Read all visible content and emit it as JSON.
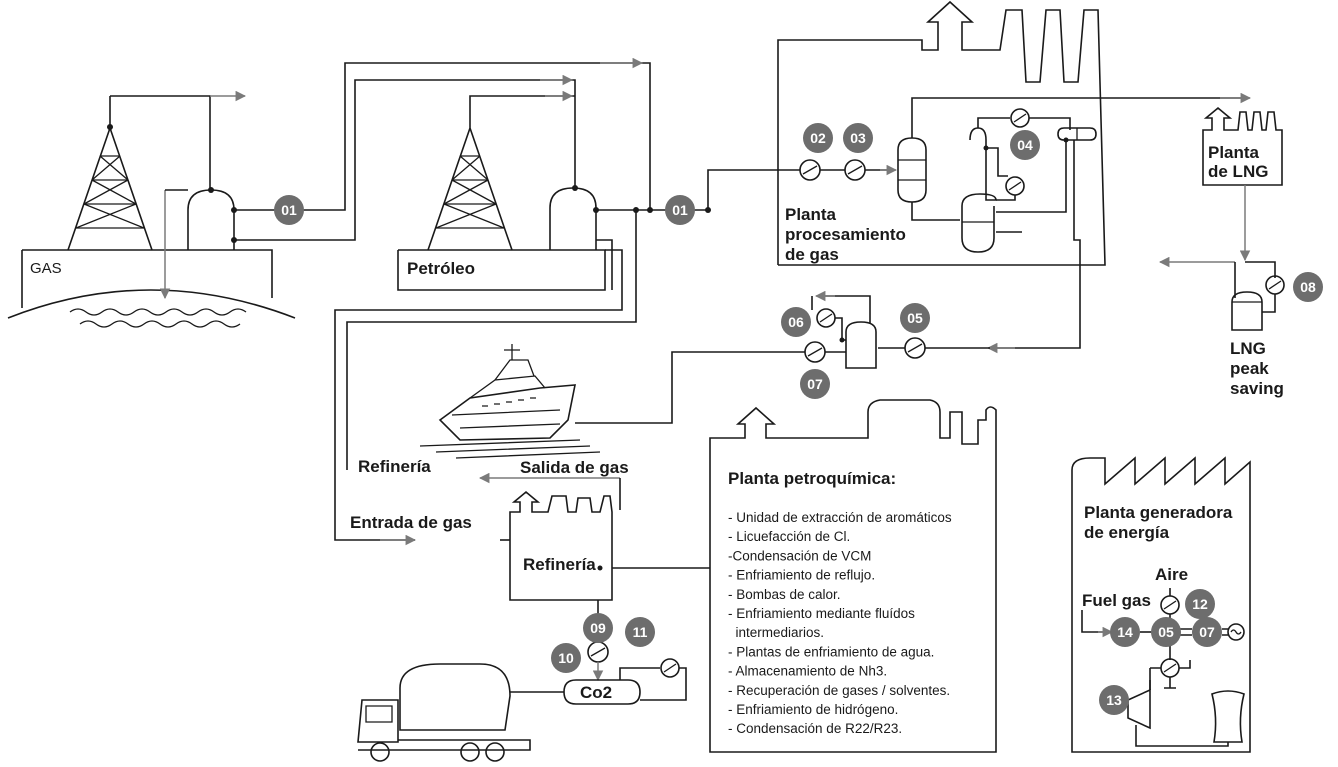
{
  "labels": {
    "gas": "GAS",
    "petroleo": "Petróleo",
    "planta_procesamiento": [
      "Planta",
      "procesamiento",
      "de gas"
    ],
    "planta_lng": [
      "Planta",
      "de LNG"
    ],
    "lng_peak": [
      "LNG",
      "peak",
      "saving"
    ],
    "refineria_top": "Refinería",
    "salida_gas": "Salida de gas",
    "entrada_gas": "Entrada de gas",
    "refineria_box": "Refinería",
    "co2": "Co2",
    "petroquimica_title": "Planta petroquímica:",
    "energia_title": [
      "Planta generadora",
      "de energía"
    ],
    "aire": "Aire",
    "fuel_gas": "Fuel gas"
  },
  "petroquimica_items": [
    "- Unidad de extracción de aromáticos",
    "- Licuefacción de Cl.",
    "-Condensación de VCM",
    "- Enfriamiento de reflujo.",
    "- Bombas de calor.",
    "- Enfriamiento mediante fluídos",
    "  intermediarios.",
    "- Plantas de enfriamiento de agua.",
    "- Almacenamiento de Nh3.",
    "- Recuperación de gases / solventes.",
    "- Enfriamiento de hidrógeno.",
    "- Condensación de R22/R23."
  ],
  "badges": {
    "b01a": "01",
    "b01b": "01",
    "b02": "02",
    "b03": "03",
    "b04": "04",
    "b05a": "05",
    "b06": "06",
    "b07a": "07",
    "b08": "08",
    "b09": "09",
    "b10": "10",
    "b11": "11",
    "b12": "12",
    "b13": "13",
    "b14": "14",
    "b05b": "05",
    "b07b": "07"
  },
  "colors": {
    "badge": "#6d6d6d",
    "line": "#1a1a1a",
    "arrow": "#7a7a7a"
  }
}
